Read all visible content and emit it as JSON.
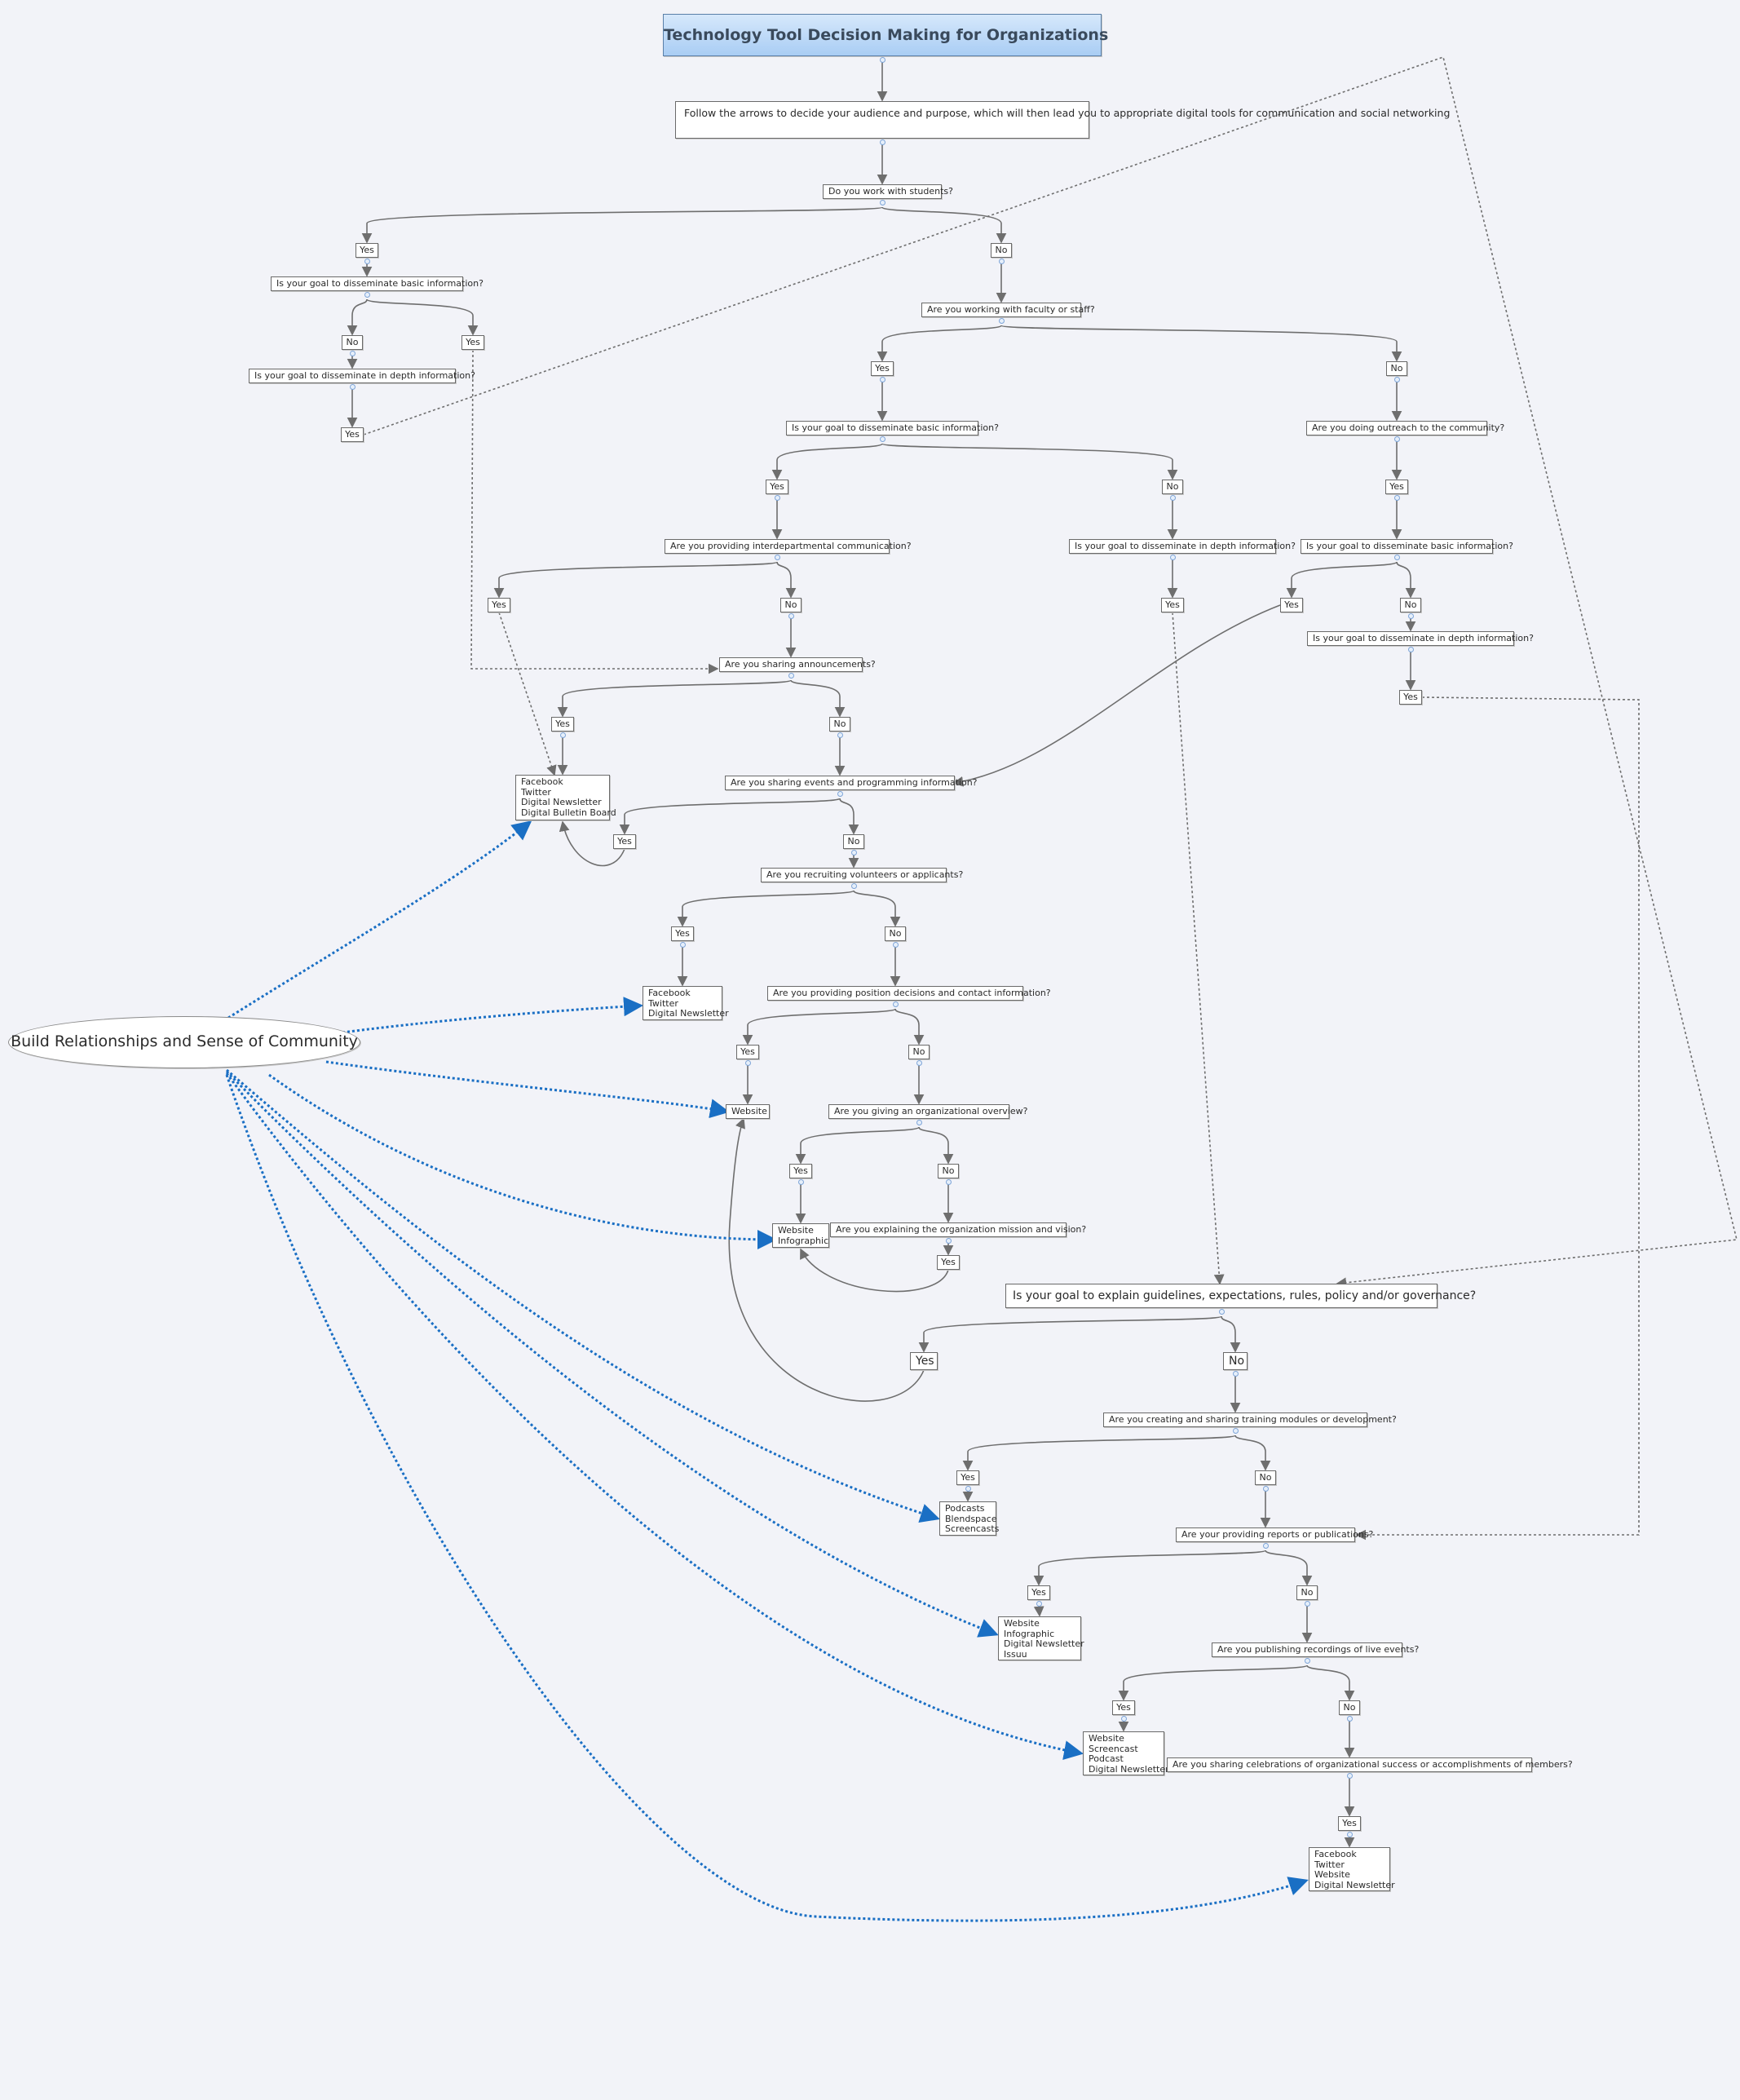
{
  "title": "Technology Tool Decision Making for Organizations",
  "intro": "Follow the arrows to decide your audience and purpose, which will then lead you to appropriate digital tools for communication and social networking",
  "central_topic": "Build Relationships and Sense of Community",
  "questions": {
    "q_students": "Do you work with students?",
    "q_basic_left": "Is your goal to disseminate basic information?",
    "q_depth_left": "Is your goal to disseminate in depth information?",
    "q_faculty": "Are you working with faculty or staff?",
    "q_basic_mid": "Is your goal to disseminate basic information?",
    "q_outreach": "Are you doing outreach to the community?",
    "q_interdept": "Are you providing interdepartmental communication?",
    "q_depth_mid": "Is your goal to disseminate in depth information?",
    "q_basic_right": "Is your goal to disseminate basic information?",
    "q_depth_right": "Is your goal to disseminate in depth information?",
    "q_announce": "Are you sharing announcements?",
    "q_events": "Are you sharing events and programming information?",
    "q_recruit": "Are you recruiting volunteers or applicants?",
    "q_position": "Are you providing position decisions and contact information?",
    "q_overview": "Are you giving an organizational overview?",
    "q_mission": "Are you explaining the organization mission and vision?",
    "q_guidelines": "Is your goal to explain guidelines, expectations, rules, policy and/or governance?",
    "q_training": "Are you creating and sharing training modules or development?",
    "q_reports": "Are your providing reports or publications?",
    "q_recordings": "Are you publishing recordings of live events?",
    "q_celebrations": "Are you sharing celebrations of organizational success or accomplishments of members?"
  },
  "answers": {
    "yes": "Yes",
    "no": "No"
  },
  "tools": {
    "t1": "Facebook\nTwitter\nDigital Newsletter\nDigital Bulletin Board",
    "t2": "Facebook\nTwitter\nDigital Newsletter",
    "t3": "Website",
    "t4": "Website\nInfographic",
    "t5": "Podcasts\nBlendspace\nScreencasts",
    "t6": "Website\nInfographic\nDigital Newsletter\nIssuu",
    "t7": "Website\nScreencast\nPodcast\nDigital Newsletter",
    "t8": "Facebook\nTwitter\nWebsite\nDigital Newsletter"
  },
  "colors": {
    "background": "#f2f3f8",
    "edge": "#6e6e6e",
    "dotted_edge": "#6e6e6e",
    "relationship_edge": "#1a6fc4",
    "title_fill_top": "#d6e8fb",
    "title_fill_bottom": "#a9cdf4",
    "knob": "#7ea5d8"
  }
}
